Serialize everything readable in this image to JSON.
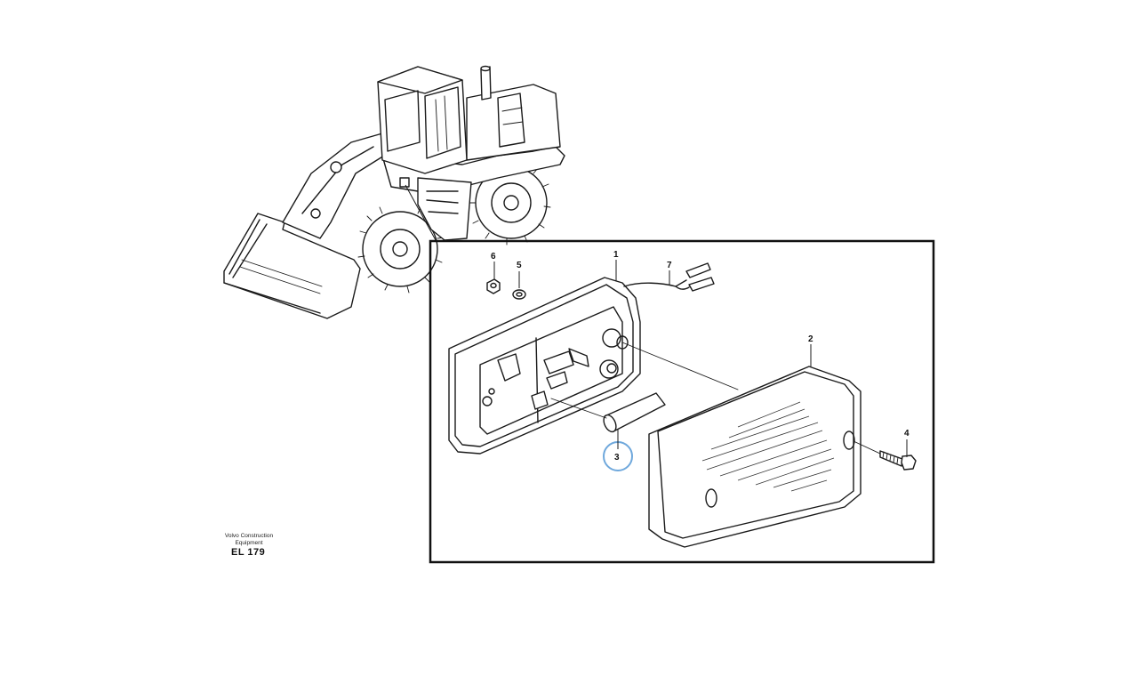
{
  "diagram": {
    "callouts": {
      "part1": "1",
      "part2": "2",
      "part3": "3",
      "part4": "4",
      "part5": "5",
      "part6": "6",
      "part7": "7"
    },
    "highlight_color": "#6fa8dc",
    "highlighted_part": "3"
  },
  "brand": {
    "line1": "Volvo Construction",
    "line2": "Equipment"
  },
  "drawing_code": "EL 179"
}
